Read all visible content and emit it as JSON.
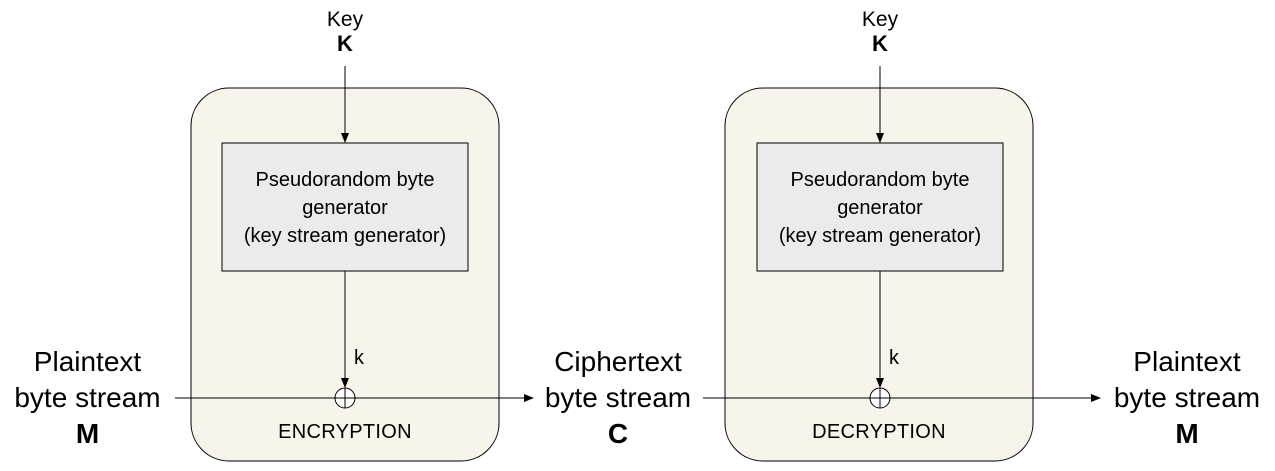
{
  "encryption": {
    "key_label": "Key",
    "key_symbol": "K",
    "generator": {
      "line1": "Pseudorandom byte",
      "line2": "generator",
      "line3": "(key stream generator)"
    },
    "k_label": "k",
    "stage_label": "ENCRYPTION"
  },
  "decryption": {
    "key_label": "Key",
    "key_symbol": "K",
    "generator": {
      "line1": "Pseudorandom byte",
      "line2": "generator",
      "line3": "(key stream generator)"
    },
    "k_label": "k",
    "stage_label": "DECRYPTION"
  },
  "input": {
    "line1": "Plaintext",
    "line2": "byte stream",
    "symbol": "M"
  },
  "middle": {
    "line1": "Ciphertext",
    "line2": "byte stream",
    "symbol": "C"
  },
  "output": {
    "line1": "Plaintext",
    "line2": "byte stream",
    "symbol": "M"
  },
  "colors": {
    "container_fill": "#f7f4ec",
    "generator_fill": "#ebebeb",
    "line": "#000000"
  }
}
